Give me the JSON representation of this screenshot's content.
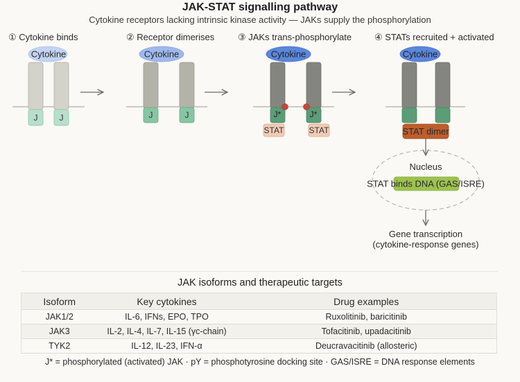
{
  "title": "JAK-STAT signalling pathway",
  "subtitle": "Cytokine receptors lacking intrinsic kinase activity — JAKs supply the phosphorylation",
  "steps": [
    {
      "label": "① Cytokine binds",
      "cytokine": "Cytokine",
      "jak_labels": [
        "J",
        "J"
      ]
    },
    {
      "label": "② Receptor dimerises",
      "cytokine": "Cytokine",
      "jak_labels": [
        "J",
        "J"
      ]
    },
    {
      "label": "③ JAKs trans-phosphorylate",
      "cytokine": "Cytokine",
      "jak_labels": [
        "J*",
        "J*"
      ],
      "stat_labels": [
        "STAT",
        "STAT"
      ]
    },
    {
      "label": "④ STATs recruited + activated",
      "cytokine": "Cytokine",
      "stat_dimer": "STAT dimer"
    }
  ],
  "nucleus": {
    "label": "Nucleus",
    "dna_binding": "STAT binds DNA (GAS/ISRE)",
    "output_line1": "Gene transcription",
    "output_line2": "(cytokine-response genes)"
  },
  "colors": {
    "cytokine_step1": "#c3d3f2",
    "cytokine_step2": "#9fb8ec",
    "cytokine_step3": "#5a86dc",
    "cytokine_step4": "#5a86dc",
    "receptor_step1": "#d3d2cb",
    "receptor_step2": "#b4b3aa",
    "receptor_step3": "#858580",
    "jak_inactive": "#b8dfcb",
    "jak_mid": "#87c6a2",
    "jak_active": "#5c9c76",
    "phospho": "#c2493c",
    "stat": "#f1cbb6",
    "stat_dimer": "#bd5e2c",
    "dna": "#9dc24f"
  },
  "table": {
    "title": "JAK isoforms and therapeutic targets",
    "headers": [
      "Isoform",
      "Key cytokines",
      "Drug examples"
    ],
    "rows": [
      [
        "JAK1/2",
        "IL-6, IFNs, EPO, TPO",
        "Ruxolitinib, baricitinib"
      ],
      [
        "JAK3",
        "IL-2, IL-4, IL-7, IL-15 (γc-chain)",
        "Tofacitinib, upadacitinib"
      ],
      [
        "TYK2",
        "IL-12, IL-23, IFN-α",
        "Deucravacitinib (allosteric)"
      ]
    ]
  },
  "footnote": "J* = phosphorylated (activated) JAK · pY = phosphotyrosine docking site · GAS/ISRE = DNA response elements"
}
